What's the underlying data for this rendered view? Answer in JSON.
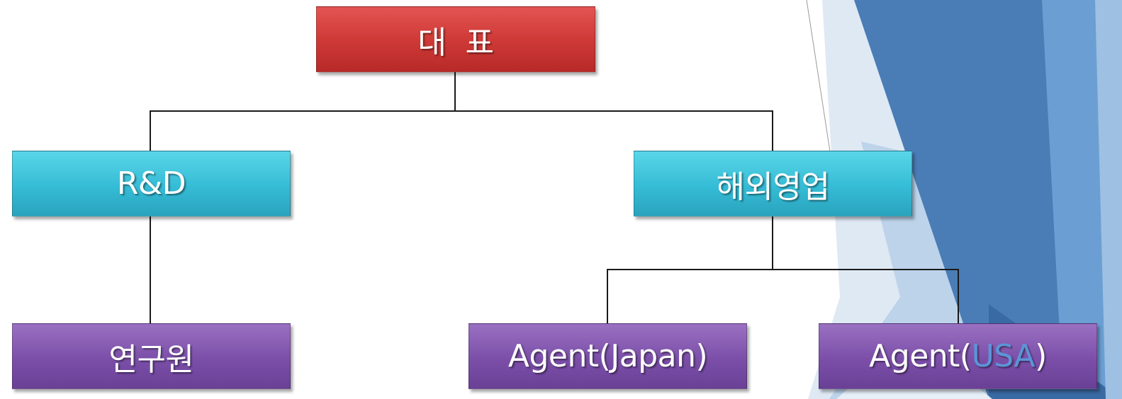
{
  "org_chart": {
    "ceo": "대  표",
    "rnd": "R&D",
    "overseas_sales": "해외영업",
    "researcher": "연구원",
    "agent_japan": "Agent(Japan)",
    "agent_usa_prefix": "Agent(",
    "agent_usa_country": "USA",
    "agent_usa_suffix": ")"
  },
  "colors": {
    "ceo_box": "#cf3a37",
    "dept_box": "#35bcd6",
    "leaf_box": "#7b4fa8",
    "connector": "#1a1a1a",
    "usa_highlight": "#4f8fd8",
    "deco_blue_dark": "#3c6ea8",
    "deco_blue_light": "#c9dcee"
  }
}
